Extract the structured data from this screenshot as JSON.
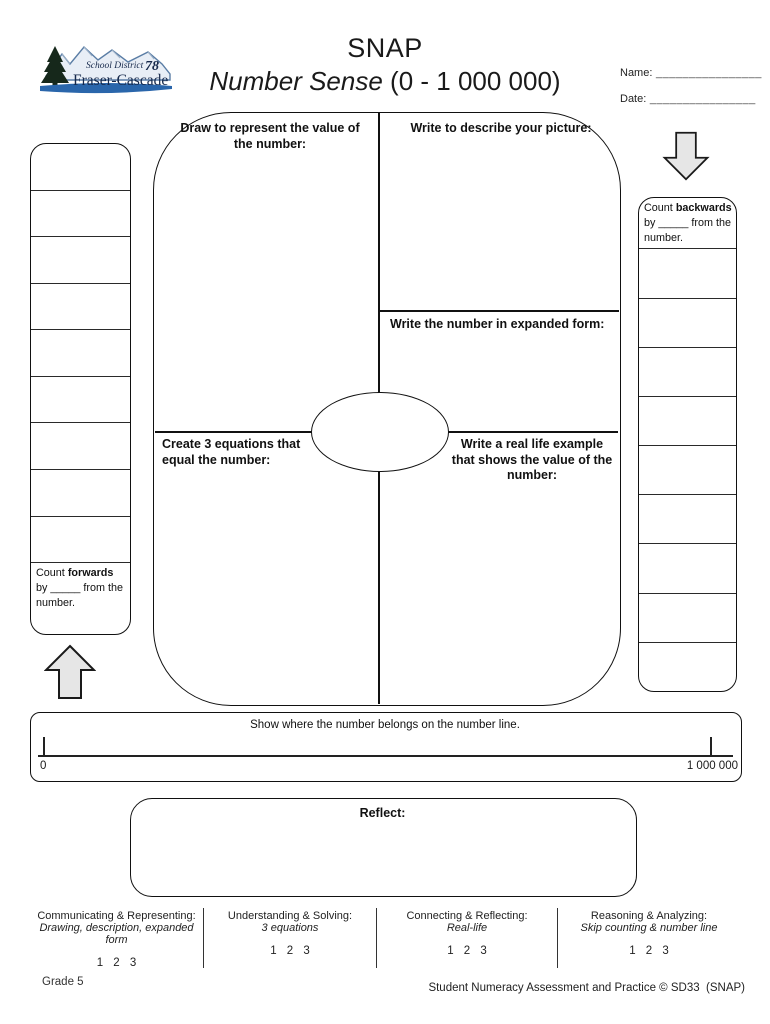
{
  "logo": {
    "script_text": "School District",
    "district_number": "78",
    "name": "Fraser-Cascade"
  },
  "header": {
    "title": "SNAP",
    "subtitle_italic": "Number Sense",
    "subtitle_rest": " (0 - 1 000 000)",
    "name_label": "Name:",
    "name_line": " ________________",
    "date_label": "Date:",
    "date_line": " ________________"
  },
  "diagram": {
    "draw_prompt": "Draw to represent the value of the number:",
    "describe_prompt": "Write to describe your picture:",
    "expanded_prompt": "Write the number in expanded form:",
    "equations_prompt": "Create 3 equations that equal the number:",
    "real_life_prompt": "Write a real life example that shows the value of the number:"
  },
  "skip_counting": {
    "forwards": {
      "pre": "Count ",
      "bold": "forwards",
      "post": " by _____ from the number.",
      "empty_cells": 9
    },
    "backwards": {
      "pre": "Count ",
      "bold": "backwards",
      "post": " by _____ from the number.",
      "empty_cells": 9
    }
  },
  "number_line": {
    "instruction": "Show where the number belongs on the number line.",
    "min": "0",
    "max": "1 000 000"
  },
  "reflect": {
    "label": "Reflect:"
  },
  "rubric": {
    "sections": [
      {
        "title": "Communicating & Representing:",
        "subtitle": "Drawing, description, expanded form",
        "scale": "1  2  3"
      },
      {
        "title": "Understanding & Solving:",
        "subtitle": "3 equations",
        "scale": "1  2  3"
      },
      {
        "title": "Connecting & Reflecting:",
        "subtitle": "Real-life",
        "scale": "1  2  3"
      },
      {
        "title": "Reasoning & Analyzing:",
        "subtitle": "Skip counting & number line",
        "scale": "1  2  3"
      }
    ]
  },
  "footer": {
    "grade": "Grade 5",
    "credit": "Student Numeracy Assessment and Practice © SD33  (SNAP)"
  },
  "colors": {
    "ink": "#111111",
    "logo_navy": "#15284b",
    "logo_blue": "#2a66ab",
    "arrow_fill": "#e6e6e6"
  }
}
